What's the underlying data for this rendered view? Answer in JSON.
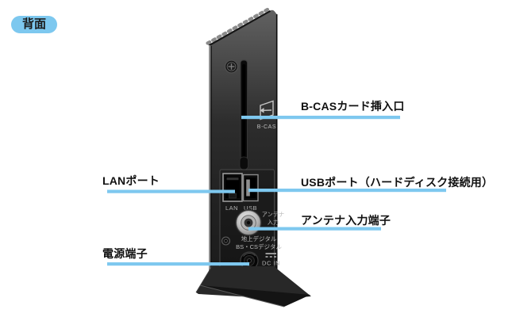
{
  "page": {
    "title_badge": "背面"
  },
  "accent_color": "#7ec8ef",
  "callouts": [
    {
      "id": "bcas-slot",
      "label": "B-CASカード挿入口"
    },
    {
      "id": "lan-port",
      "label": "LANポート"
    },
    {
      "id": "usb-port",
      "label": "USBポート（ハードディスク接続用）"
    },
    {
      "id": "antenna-input",
      "label": "アンテナ入力端子"
    },
    {
      "id": "power",
      "label": "電源端子"
    }
  ],
  "device": {
    "port_labels": {
      "bcas": "B-CAS",
      "lan": "LAN",
      "usb": "USB",
      "antenna_line1": "アンテナ",
      "antenna_line2": "入力",
      "tuner_line1": "地上デジタル",
      "tuner_line2": "BS・CSデジタル",
      "dc_in": "DC IN"
    }
  }
}
